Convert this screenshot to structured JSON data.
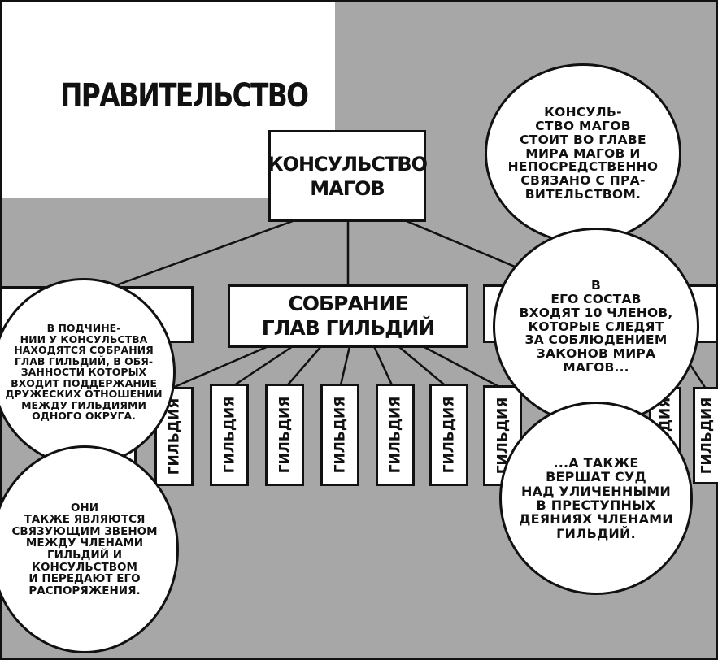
{
  "government": {
    "title": "ПРАВИТЕЛЬСТВО"
  },
  "consulate": {
    "line1": "КОНСУЛЬСТВО",
    "line2": "МАГОВ"
  },
  "assembly": {
    "line1": "СОБРАНИЕ",
    "line2": "ГЛАВ ГИЛЬДИЙ"
  },
  "guild_label": "ГИЛЬДИЯ",
  "bubbles": {
    "top_right": "КОНСУЛЬ-\nСТВО МАГОВ\nСТОИТ ВО ГЛАВЕ\nМИРА МАГОВ И\nНЕПОСРЕДСТВЕННО\nСВЯЗАНО С ПРА-\nВИТЕЛЬСТВОМ.",
    "mid_right": "В\nЕГО СОСТАВ\nВХОДЯТ 10 ЧЛЕНОВ,\nКОТОРЫЕ СЛЕДЯТ\nЗА СОБЛЮДЕНИЕМ\nЗАКОНОВ МИРА\nМАГОВ...",
    "bottom_right": "...А ТАКЖЕ\nВЕРШАТ СУД\nНАД УЛИЧЕННЫМИ\nВ ПРЕСТУПНЫХ\nДЕЯНИЯХ ЧЛЕНАМИ\nГИЛЬДИЙ.",
    "top_left": "В ПОДЧИНЕ-\nНИИ У КОНСУЛЬСТВА\nНАХОДЯТСЯ СОБРАНИЯ\nГЛАВ ГИЛЬДИЙ, В ОБЯ-\nЗАННОСТИ КОТОРЫХ\nВХОДИТ ПОДДЕРЖАНИЕ\nДРУЖЕСКИХ ОТНОШЕНИЙ\nМЕЖДУ ГИЛЬДИЯМИ\nОДНОГО ОКРУГА.",
    "bottom_left": "ОНИ\nТАКЖЕ ЯВЛЯЮТСЯ\nСВЯЗУЮЩИМ ЗВЕНОМ\nМЕЖДУ ЧЛЕНАМИ\nГИЛЬДИЙ И\nКОНСУЛЬСТВОМ\nИ ПЕРЕДАЮТ ЕГО\nРАСПОРЯЖЕНИЯ."
  },
  "colors": {
    "background_gray": "#a7a7a7",
    "ink": "#111111",
    "paper": "#ffffff"
  }
}
